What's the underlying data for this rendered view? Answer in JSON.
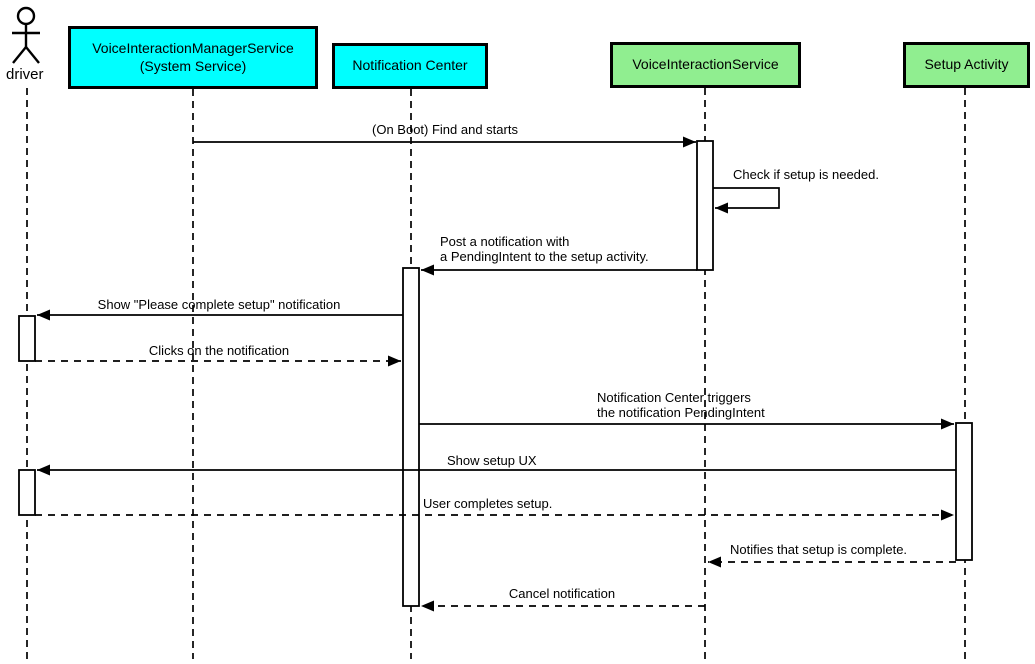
{
  "diagram_type": "uml-sequence-diagram",
  "colors": {
    "participant_cyan": "#00ffff",
    "participant_green": "#90ee90",
    "line": "#000000",
    "background": "#ffffff"
  },
  "actor": {
    "label": "driver"
  },
  "participants": [
    {
      "name": "VoiceInteractionManagerService (System Service)",
      "label": "VoiceInteractionManagerService\n(System Service)",
      "color": "#00ffff"
    },
    {
      "name": "Notification Center",
      "label": "Notification Center",
      "color": "#00ffff"
    },
    {
      "name": "VoiceInteractionService",
      "label": "VoiceInteractionService",
      "color": "#90ee90"
    },
    {
      "name": "Setup Activity",
      "label": "Setup Activity",
      "color": "#90ee90"
    }
  ],
  "messages": [
    {
      "label": "(On Boot) Find and starts",
      "from": "VoiceInteractionManagerService (System Service)",
      "to": "VoiceInteractionService",
      "line": "solid"
    },
    {
      "label": "Check if setup is needed.",
      "from": "VoiceInteractionService",
      "to": "VoiceInteractionService",
      "line": "solid"
    },
    {
      "label": "Post a notification with\na PendingIntent to the setup activity.",
      "from": "VoiceInteractionService",
      "to": "Notification Center",
      "line": "solid"
    },
    {
      "label": "Show \"Please complete setup\" notification",
      "from": "Notification Center",
      "to": "driver",
      "line": "solid"
    },
    {
      "label": "Clicks on the notification",
      "from": "driver",
      "to": "Notification Center",
      "line": "dashed"
    },
    {
      "label": "Notification Center triggers\nthe notification PendingIntent",
      "from": "Notification Center",
      "to": "Setup Activity",
      "line": "solid"
    },
    {
      "label": "Show setup UX",
      "from": "Setup Activity",
      "to": "driver",
      "line": "solid"
    },
    {
      "label": "User completes setup.",
      "from": "driver",
      "to": "Setup Activity",
      "line": "dashed"
    },
    {
      "label": "Notifies that setup is complete.",
      "from": "Setup Activity",
      "to": "VoiceInteractionService",
      "line": "dashed"
    },
    {
      "label": "Cancel notification",
      "from": "VoiceInteractionService",
      "to": "Notification Center",
      "line": "dashed"
    }
  ]
}
